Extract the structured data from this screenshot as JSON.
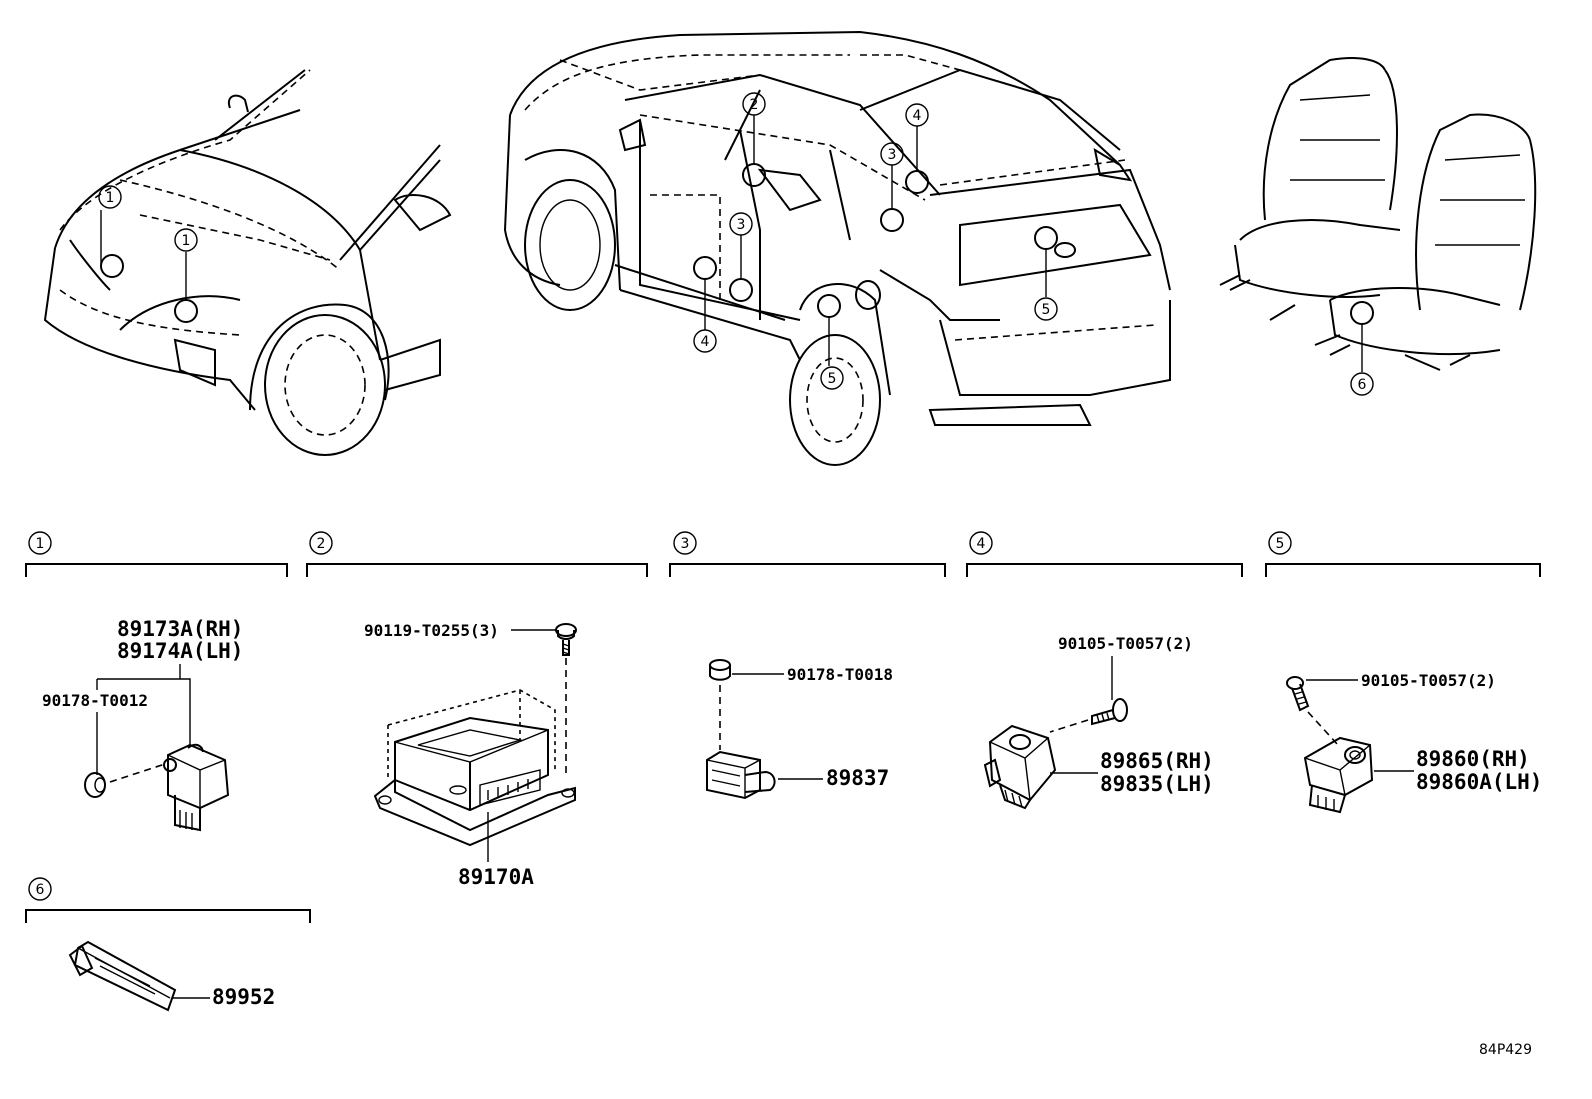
{
  "figure_ref": "84P429",
  "overview_callouts": [
    {
      "num": "1"
    },
    {
      "num": "1"
    },
    {
      "num": "2"
    },
    {
      "num": "3"
    },
    {
      "num": "3"
    },
    {
      "num": "4"
    },
    {
      "num": "4"
    },
    {
      "num": "5"
    },
    {
      "num": "5"
    },
    {
      "num": "6"
    }
  ],
  "groups": [
    {
      "num": "1",
      "parts": [
        "89173A(RH)",
        "89174A(LH)",
        "90178-T0012"
      ]
    },
    {
      "num": "2",
      "parts": [
        "90119-T0255(3)",
        "89170A"
      ]
    },
    {
      "num": "3",
      "parts": [
        "90178-T0018",
        "89837"
      ]
    },
    {
      "num": "4",
      "parts": [
        "90105-T0057(2)",
        "89865(RH)",
        "89835(LH)"
      ]
    },
    {
      "num": "5",
      "parts": [
        "90105-T0057(2)",
        "89860(RH)",
        "89860A(LH)"
      ]
    },
    {
      "num": "6",
      "parts": [
        "89952"
      ]
    }
  ]
}
